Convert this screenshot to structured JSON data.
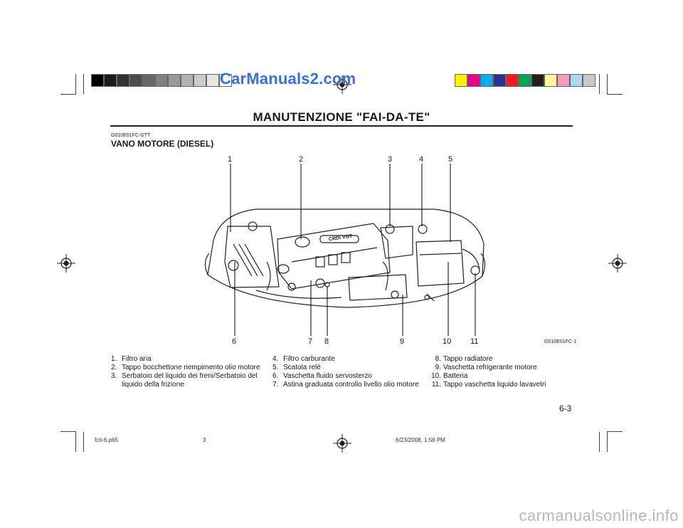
{
  "watermark": "CarManuals2.com",
  "header": {
    "title": "MANUTENZIONE \"FAI-DA-TE\""
  },
  "section": {
    "code": "G010E01FC-GTT",
    "title": "VANO MOTORE (DIESEL)"
  },
  "figure": {
    "code": "G010E01FC-1",
    "engine_label": "CRDi VGT",
    "callouts_top": [
      "1",
      "2",
      "3",
      "4",
      "5"
    ],
    "callouts_bottom": [
      "6",
      "7",
      "8",
      "9",
      "10",
      "11"
    ]
  },
  "legend": {
    "col1": [
      {
        "n": "1.",
        "t": "Filtro aria"
      },
      {
        "n": "2.",
        "t": "Tappo bocchettone riempimento olio motore"
      },
      {
        "n": "3.",
        "t": "Serbatoio del liquido dei freni/Serbatoio del"
      },
      {
        "n": "",
        "t": "liquido della frizione"
      }
    ],
    "col2": [
      {
        "n": "4.",
        "t": "Filtro carburante"
      },
      {
        "n": "5.",
        "t": "Scatola relé"
      },
      {
        "n": "6.",
        "t": "Vaschetta fluido servosterzo"
      },
      {
        "n": "7.",
        "t": "Astina graduata controllo livello olio motore"
      }
    ],
    "col3": [
      {
        "n": "8.",
        "t": "Tappo radiatore"
      },
      {
        "n": "9.",
        "t": "Vaschetta refrigerante motore"
      },
      {
        "n": "10.",
        "t": "Batteria"
      },
      {
        "n": "11.",
        "t": "Tappo vaschetta liquido lavavetri"
      }
    ]
  },
  "page_number": "6-3",
  "footer": {
    "file": "fcit-6.p65",
    "page": "3",
    "timestamp": "6/23/2008, 1:56 PM"
  },
  "site": "carmanualsonline.info",
  "colors": {
    "gray_bars": [
      "#000000",
      "#1c1c1c",
      "#333333",
      "#4d4d4d",
      "#666666",
      "#808080",
      "#999999",
      "#b3b3b3",
      "#cccccc",
      "#e6e6e6",
      "#ffffff"
    ],
    "color_bars": [
      "#fff200",
      "#ec008c",
      "#00aeef",
      "#2e3192",
      "#ed1c24",
      "#00a651",
      "#231f20",
      "#fff799",
      "#f49ac1",
      "#a8d8f0",
      "#c8c8c8"
    ]
  }
}
